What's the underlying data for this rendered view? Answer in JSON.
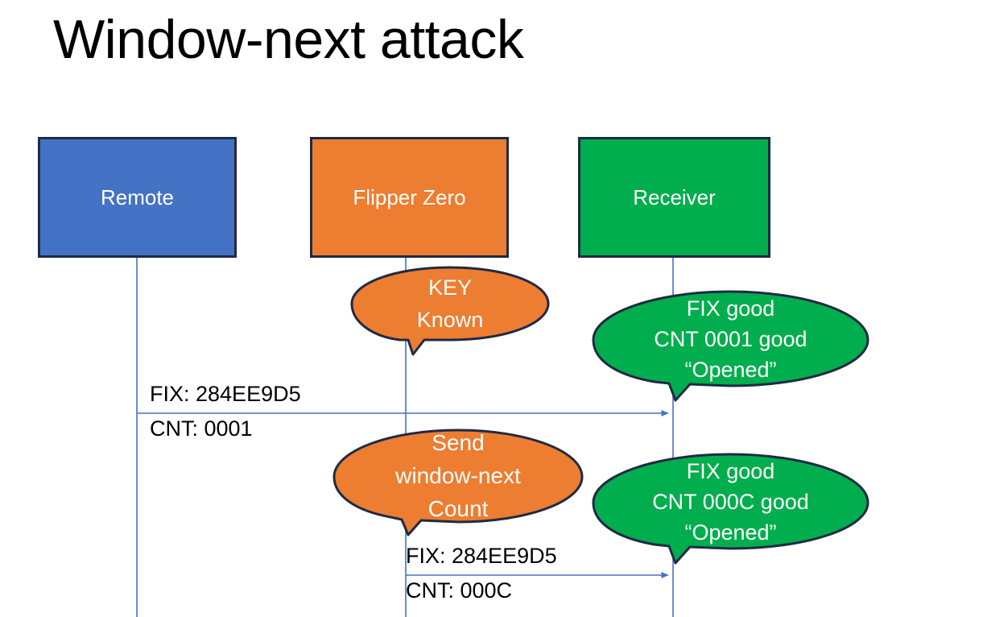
{
  "slide": {
    "title": "Window-next attack",
    "background": "#ffffff"
  },
  "colors": {
    "remote": "#4472C4",
    "flipper": "#ED7D31",
    "receiver": "#00AE4D",
    "outline": "#1F2A44",
    "lifeline": "#4472C4",
    "text_dark": "#000000",
    "text_light": "#ffffff"
  },
  "actors": [
    {
      "id": "remote",
      "label": "Remote",
      "color": "#4472C4"
    },
    {
      "id": "flipper",
      "label": "Flipper Zero",
      "color": "#ED7D31"
    },
    {
      "id": "receiver",
      "label": "Receiver",
      "color": "#00AE4D"
    }
  ],
  "callouts": [
    {
      "id": "key-known",
      "owner": "flipper",
      "color": "#ED7D31",
      "lines": [
        "KEY",
        "Known"
      ]
    },
    {
      "id": "receiver-response-1",
      "owner": "receiver",
      "color": "#00AE4D",
      "lines": [
        "FIX good",
        "CNT 0001 good",
        "“Opened”"
      ]
    },
    {
      "id": "send-window-next",
      "owner": "flipper",
      "color": "#ED7D31",
      "lines": [
        "Send",
        "window-next",
        "Count"
      ]
    },
    {
      "id": "receiver-response-2",
      "owner": "receiver",
      "color": "#00AE4D",
      "lines": [
        "FIX good",
        "CNT 000C good",
        "“Opened”"
      ]
    }
  ],
  "messages": [
    {
      "id": "message-1",
      "from": "remote",
      "to": "receiver",
      "fix_label": "FIX: 284EE9D5",
      "cnt_label": "CNT: 0001"
    },
    {
      "id": "message-2",
      "from": "flipper",
      "to": "receiver",
      "fix_label": "FIX: 284EE9D5",
      "cnt_label": "CNT: 000C"
    }
  ]
}
